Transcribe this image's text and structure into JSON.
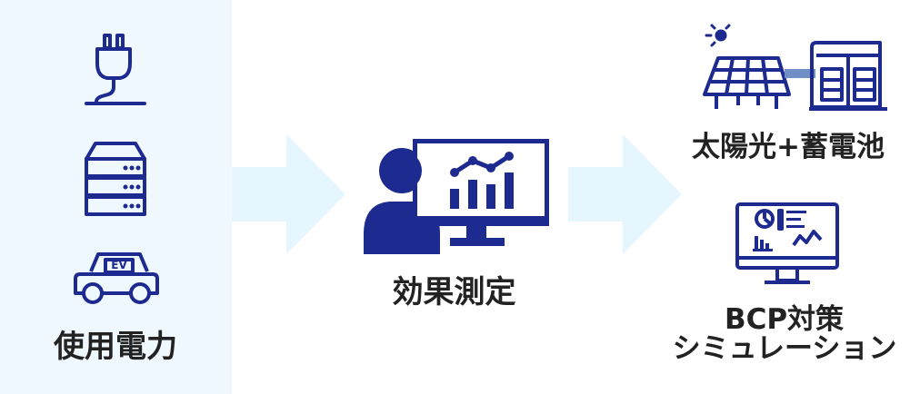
{
  "colors": {
    "icon_navy": "#1d2a8f",
    "arrow": "#e6f6fe",
    "panel": "#eef8fe",
    "connector": "#6f8fc6",
    "text": "#222222"
  },
  "left": {
    "icons": [
      "power-plug-icon",
      "server-icon",
      "ev-car-icon"
    ],
    "ev_badge": "EV",
    "label": "使用電力"
  },
  "center": {
    "icon": "presenter-monitor-chart-icon",
    "label": "効果測定"
  },
  "right": {
    "top": {
      "icons": [
        "solar-panel-icon",
        "battery-storage-icon"
      ],
      "label": "太陽光+蓄電池"
    },
    "bottom": {
      "icon": "dashboard-monitor-icon",
      "label_line1": "BCP対策",
      "label_line2": "シミュレーション"
    }
  }
}
